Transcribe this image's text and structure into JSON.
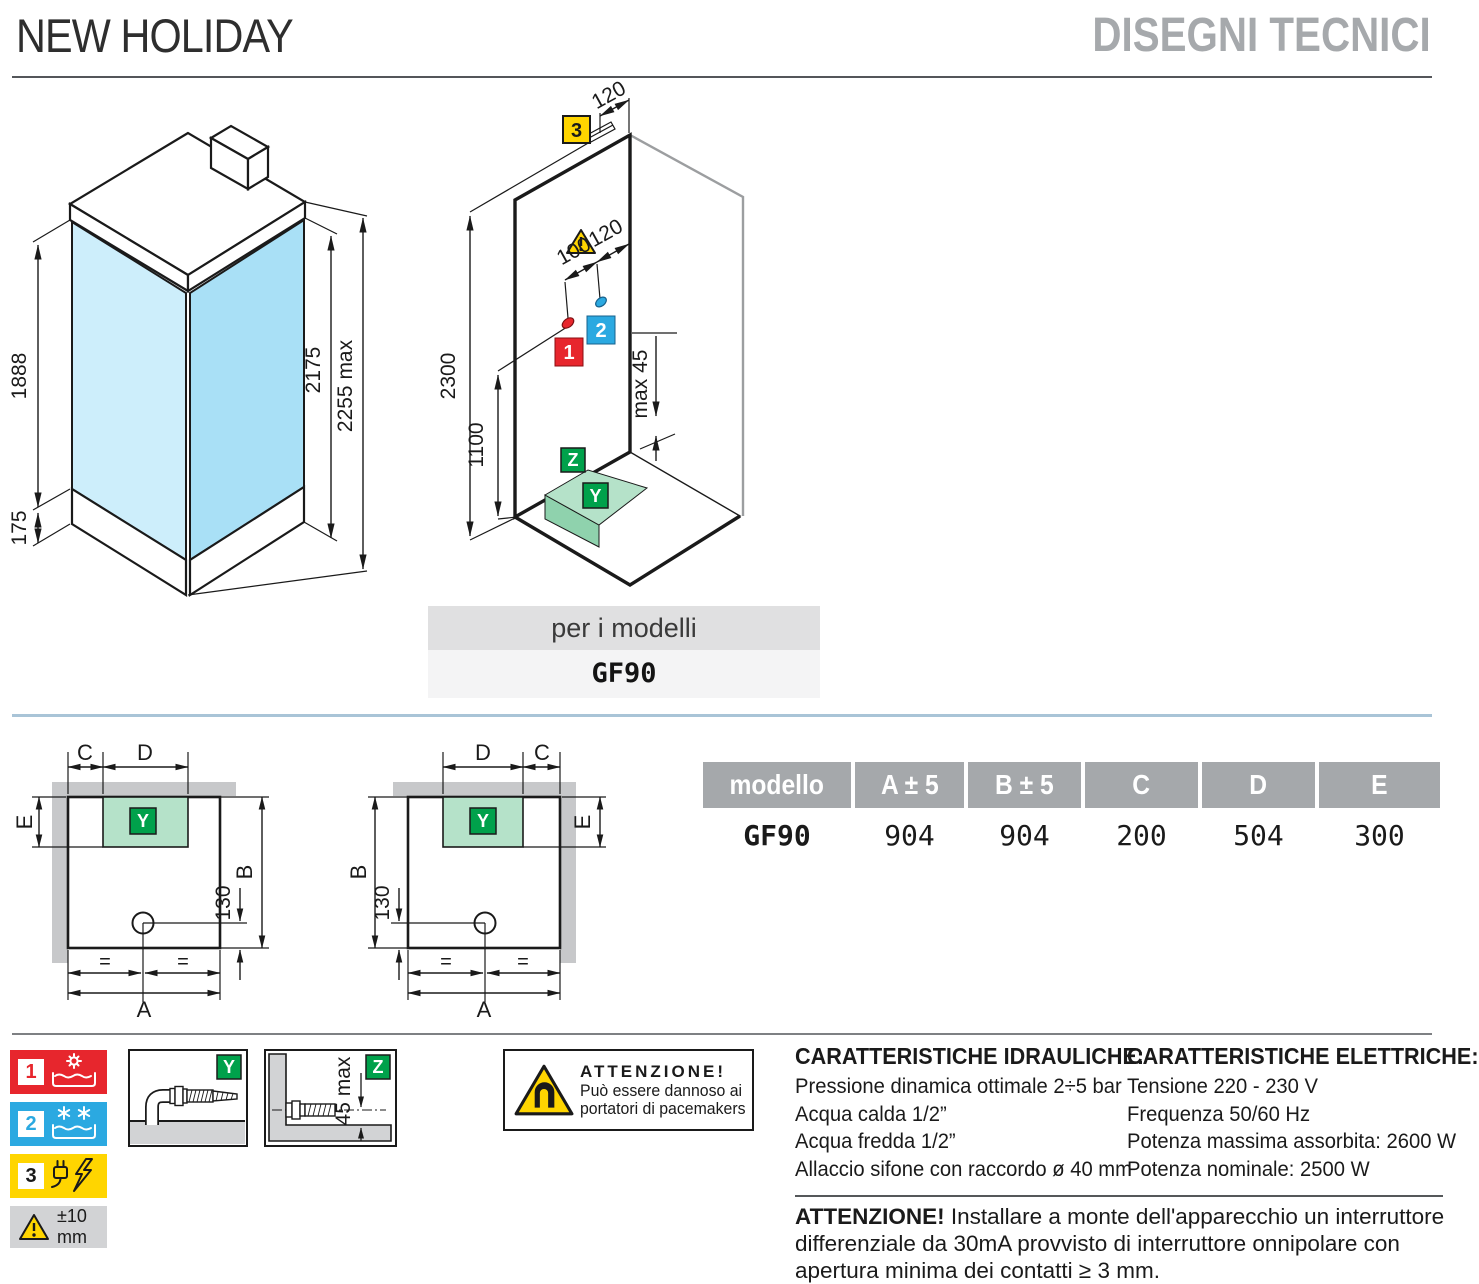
{
  "header": {
    "title": "NEW HOLIDAY",
    "subtitle": "DISEGNI TECNICI"
  },
  "cabin": {
    "glass_height": "1888",
    "tray_height": "175",
    "door_height": "2175",
    "total_height": "2255 max"
  },
  "corner": {
    "top_offset": "120",
    "hot_offset": "100",
    "cold_offset": "120",
    "height": "2300",
    "mixer_height": "1100",
    "drain_note": "max 45",
    "electric_label": "3",
    "hot_label": "1",
    "cold_label": "2",
    "drain_label": "Z",
    "siphon_label": "Y"
  },
  "models": {
    "caption": "per i modelli",
    "value": "GF90"
  },
  "plan": {
    "a": "A",
    "b": "B",
    "c": "C",
    "d": "D",
    "e": "E",
    "y": "Y",
    "drain": "130",
    "eq": "="
  },
  "table": {
    "headers": [
      "modello",
      "A ± 5",
      "B ± 5",
      "C",
      "D",
      "E"
    ],
    "row": {
      "model": "GF90",
      "a": "904",
      "b": "904",
      "c": "200",
      "d": "504",
      "e": "300"
    }
  },
  "legend": {
    "hot": "1",
    "cold": "2",
    "electric": "3",
    "tolerance": "±10 mm"
  },
  "details": {
    "y": "Y",
    "z": "Z",
    "z_dim": "45 max"
  },
  "warning": {
    "title": "ATTENZIONE!",
    "line1": "Può essere dannoso ai",
    "line2": "portatori di pacemakers"
  },
  "hydraulics": {
    "title": "CARATTERISTICHE IDRAULICHE:",
    "lines": [
      "Pressione dinamica ottimale 2÷5 bar",
      "Acqua calda 1/2”",
      "Acqua fredda 1/2”",
      "Allaccio sifone con raccordo ø 40 mm"
    ]
  },
  "electrical": {
    "title": "CARATTERISTICHE ELETTRICHE:",
    "lines": [
      "Tensione 220 - 230 V",
      "Frequenza 50/60 Hz",
      "Potenza massima assorbita: 2600 W",
      "Potenza nominale: 2500 W"
    ]
  },
  "note": {
    "title": "ATTENZIONE!",
    "text": " Installare a monte dell'apparecchio un interruttore differenziale da 30mA provvisto di interruttore onnipolare con apertura minima dei contatti ≥ 3 mm."
  }
}
